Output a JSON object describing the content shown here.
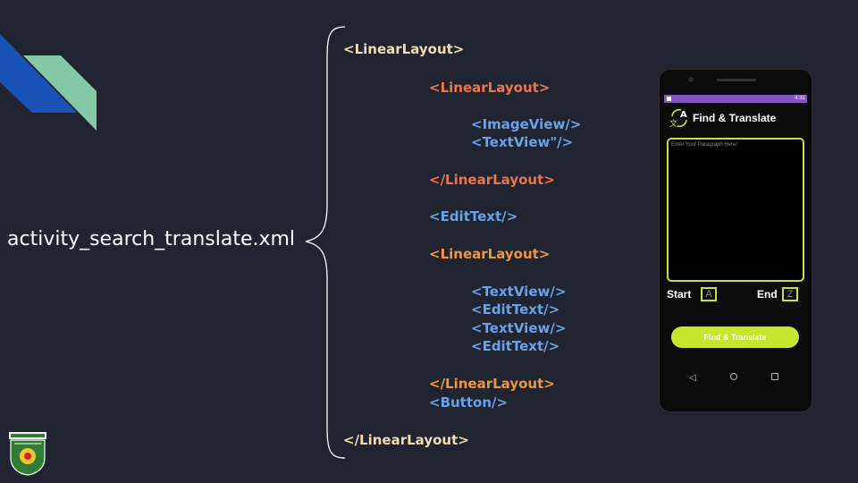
{
  "file": {
    "name": "activity_search_translate.xml"
  },
  "code_lines": [
    "<LinearLayout>",
    "<LinearLayout>",
    "<ImageView/>",
    "<TextView\"/>",
    "</LinearLayout>",
    "<EditText/>",
    "<LinearLayout>",
    "<TextView/>",
    "<EditText/>",
    "<TextView/>",
    "<EditText/>",
    "</LinearLayout>",
    "<Button/>",
    "</LinearLayout>"
  ],
  "phone": {
    "status_time": "4:31",
    "app_title": "Find & Translate",
    "paragraph_placeholder": "Enter Your Paragraph Here!",
    "start_label": "Start",
    "start_value": "A",
    "end_label": "End",
    "end_value": "Z",
    "button_label": "Find & Translate",
    "app_icon_letter": "A",
    "app_icon_glyph": "文"
  },
  "colors": {
    "background": "#1f2430",
    "accent_lime": "#c6e52e",
    "code_cream": "#f2dcb0",
    "code_orange": "#f0744a",
    "code_blue": "#6aa2ea",
    "statusbar_purple": "#7e57c2"
  },
  "icons": [
    "translate-icon",
    "back-icon",
    "home-icon",
    "recent-apps-icon"
  ]
}
